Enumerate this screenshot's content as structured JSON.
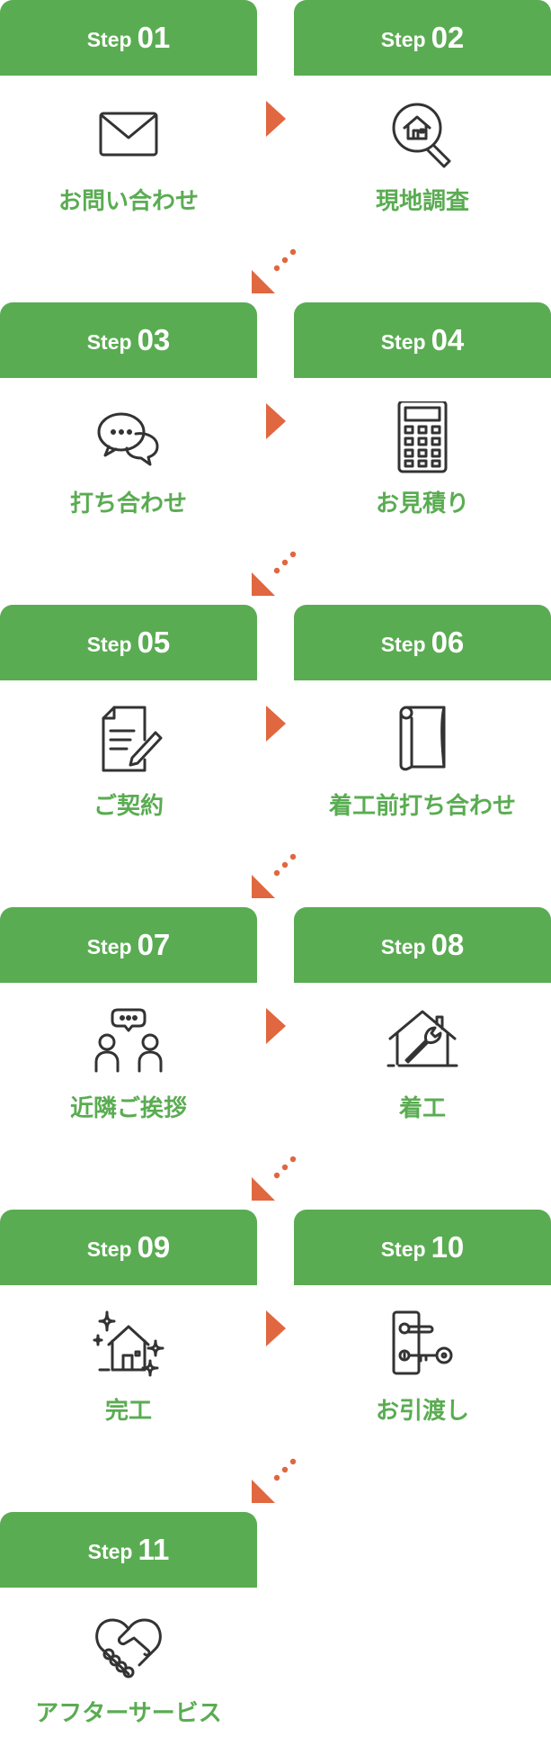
{
  "step_word": "Step",
  "colors": {
    "green": "#5aac52",
    "orange": "#e0673f",
    "icon": "#333333"
  },
  "steps": [
    {
      "number": "01",
      "label": "お問い合わせ",
      "icon": "envelope-icon"
    },
    {
      "number": "02",
      "label": "現地調査",
      "icon": "house-magnifier-icon"
    },
    {
      "number": "03",
      "label": "打ち合わせ",
      "icon": "chat-bubbles-icon"
    },
    {
      "number": "04",
      "label": "お見積り",
      "icon": "calculator-icon"
    },
    {
      "number": "05",
      "label": "ご契約",
      "icon": "contract-pen-icon"
    },
    {
      "number": "06",
      "label": "着工前打ち合わせ",
      "icon": "blueprint-roll-icon"
    },
    {
      "number": "07",
      "label": "近隣ご挨拶",
      "icon": "people-talking-icon"
    },
    {
      "number": "08",
      "label": "着工",
      "icon": "house-wrench-icon"
    },
    {
      "number": "09",
      "label": "完工",
      "icon": "sparkling-house-icon"
    },
    {
      "number": "10",
      "label": "お引渡し",
      "icon": "door-lock-key-icon"
    },
    {
      "number": "11",
      "label": "アフターサービス",
      "icon": "heart-handshake-icon"
    }
  ]
}
